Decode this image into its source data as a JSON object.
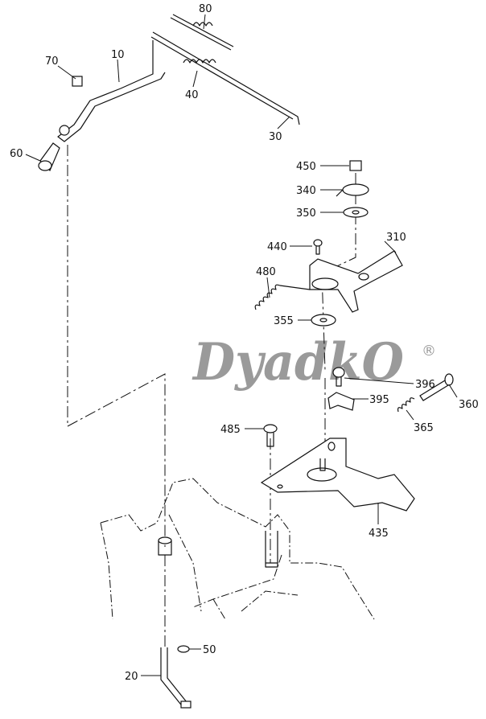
{
  "watermark": {
    "text": "DyadkO",
    "mark": "®"
  },
  "callouts": {
    "p80": "80",
    "p70": "70",
    "p10": "10",
    "p40": "40",
    "p30": "30",
    "p60": "60",
    "p450": "450",
    "p340": "340",
    "p350": "350",
    "p440": "440",
    "p310": "310",
    "p480": "480",
    "p355": "355",
    "p396": "396",
    "p395": "395",
    "p360": "360",
    "p365": "365",
    "p485": "485",
    "p435": "435",
    "p50": "50",
    "p20": "20"
  }
}
